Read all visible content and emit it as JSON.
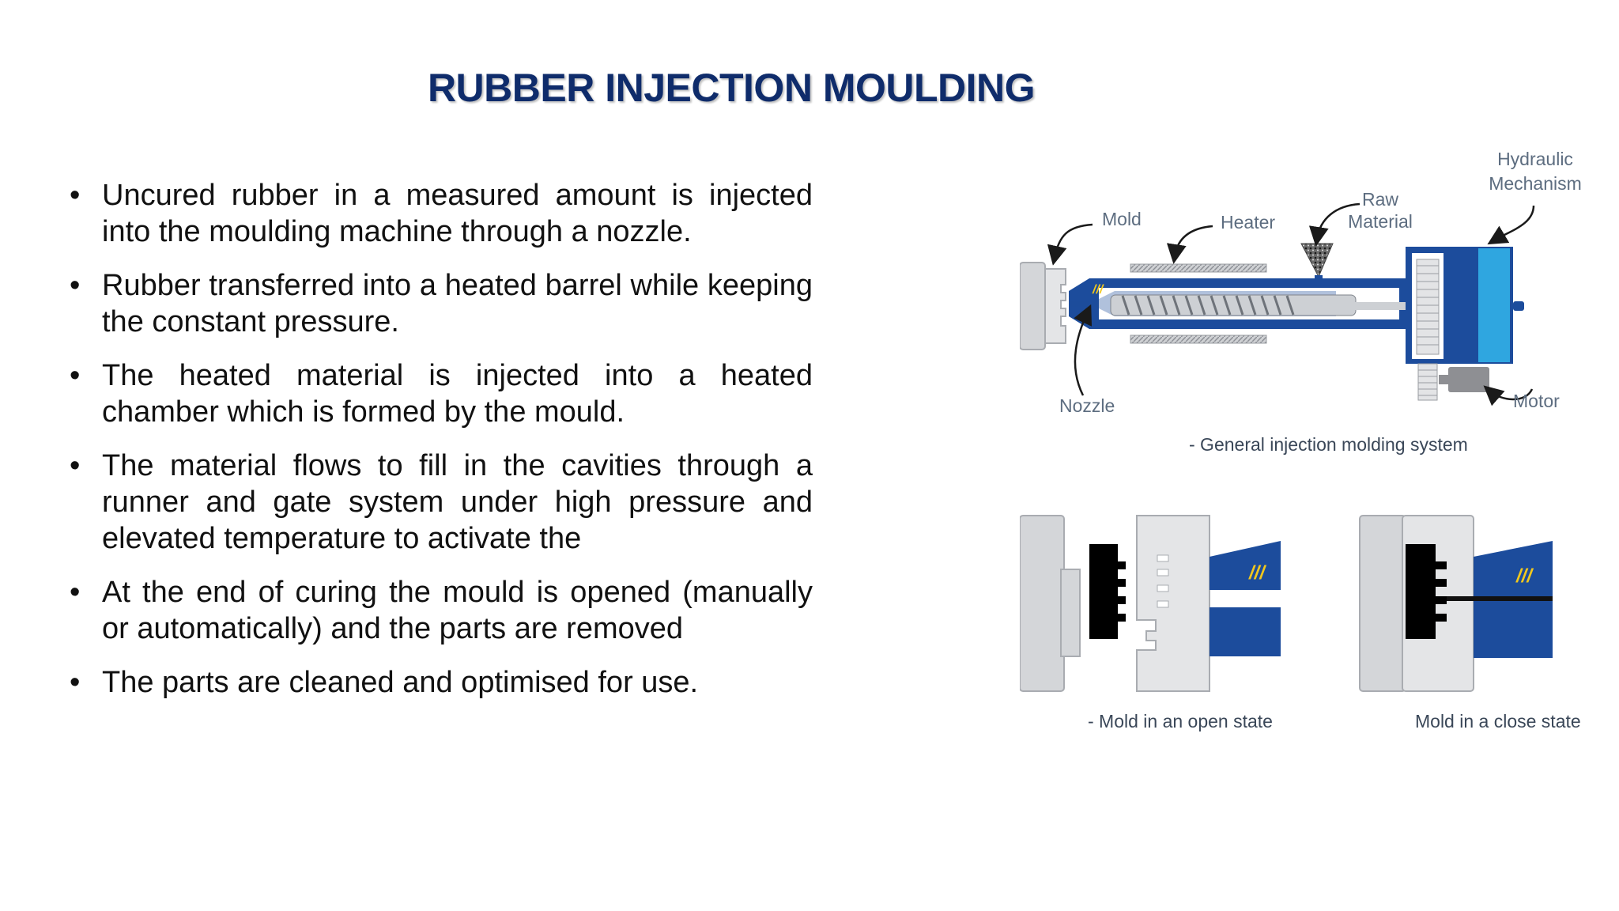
{
  "slide": {
    "title": "RUBBER INJECTION MOULDING",
    "bullets": [
      "Uncured rubber in a measured amount is injected into the moulding machine through a nozzle.",
      "Rubber transferred into a heated barrel while keeping the constant pressure.",
      "The heated material is injected into a heated chamber which is formed by the mould.",
      "The material flows to fill in the cavities through a runner and gate system under high pressure and elevated temperature to activate the",
      "At the end of curing  the mould is opened (manually or automatically) and the parts are removed",
      "The parts are cleaned and optimised for use."
    ],
    "bullet_symbol": "•"
  },
  "figure": {
    "labels": {
      "mold": "Mold",
      "heater": "Heater",
      "raw_material": [
        "Raw",
        "Material"
      ],
      "hydraulic": [
        "Hydraulic",
        "Mechanism"
      ],
      "nozzle": "Nozzle",
      "motor": "Motor"
    },
    "captions": {
      "system": "- General injection molding system",
      "open": "- Mold in an open state",
      "close": "Mold in a close state"
    },
    "barrel_mark": "///",
    "colors": {
      "title": "#0f2c6b",
      "machine_blue": "#1c4c9c",
      "hydraulic_light_blue": "#2fa6e0",
      "mold_gray": "#d4d6d9",
      "label_gray": "#5d6d80",
      "accent_yellow": "#f2c81c"
    }
  }
}
